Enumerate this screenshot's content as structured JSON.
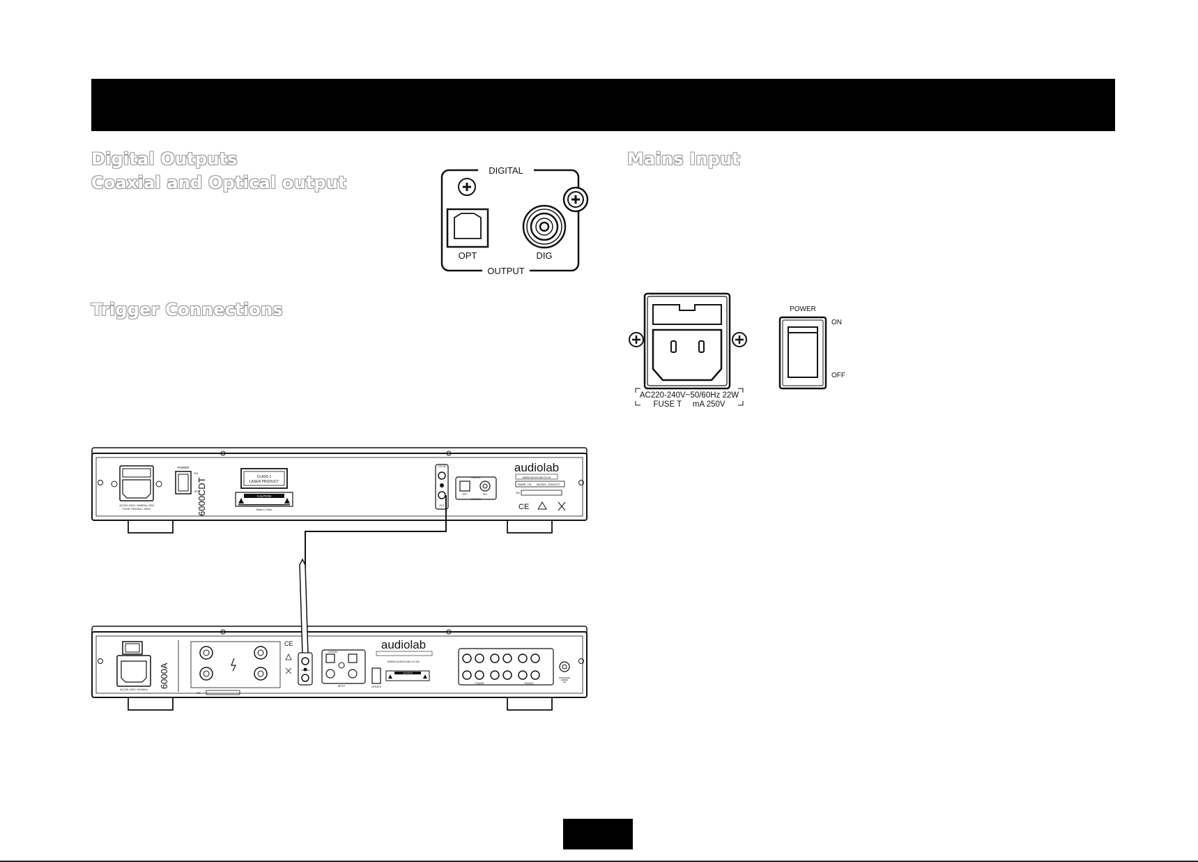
{
  "headings": {
    "digital_outputs": "Digital Outputs",
    "coaxial_optical": "Coaxial and Optical output",
    "trigger_connections": "Trigger Connections",
    "mains_input": "Mains Input"
  },
  "digital_panel": {
    "top_label": "DIGITAL",
    "bottom_label": "OUTPUT",
    "opt_label": "OPT",
    "dig_label": "DIG"
  },
  "mains_panel": {
    "rating_line1": "AC220-240V~50/60Hz 22W",
    "rating_line2": "FUSE T     mA 250V",
    "power_label": "POWER",
    "on_label": "ON",
    "off_label": "OFF"
  },
  "rear_panels": {
    "cd": {
      "brand": "audiolab",
      "model": "6000CDT",
      "class_line1": "CLASS 1",
      "class_line2": "LASER PRODUCT",
      "caution": "CAUTION",
      "made_in": "Made in China",
      "power_label": "POWER",
      "on_label": "ON",
      "off_label": "OFF",
      "digital_label": "DIGITAL",
      "output_label": "OUTPUT",
      "opt_label": "OPT",
      "dig_label": "DIG",
      "trigger_in": "12V IN",
      "trigger_out": "OUT",
      "website": "WWW.AUDIOLAB.CO.UK",
      "name_label": "NAME: CD",
      "model_label": "MODEL: 6000CDT",
      "sn_label": "SN",
      "ce_mark": "CE"
    },
    "amp": {
      "brand": "audiolab",
      "model": "6000A",
      "digital_label": "DIGITAL",
      "input_label": "INPUT",
      "update_label": "UPDATE",
      "website": "WWW.AUDIOLAB.CO.UK",
      "trigger_label": "12V TRIG",
      "power_label": "POWER",
      "phono_label": "PHONO",
      "sn_label": "SN",
      "ce_mark": "CE",
      "caution": "CAUTION"
    }
  }
}
